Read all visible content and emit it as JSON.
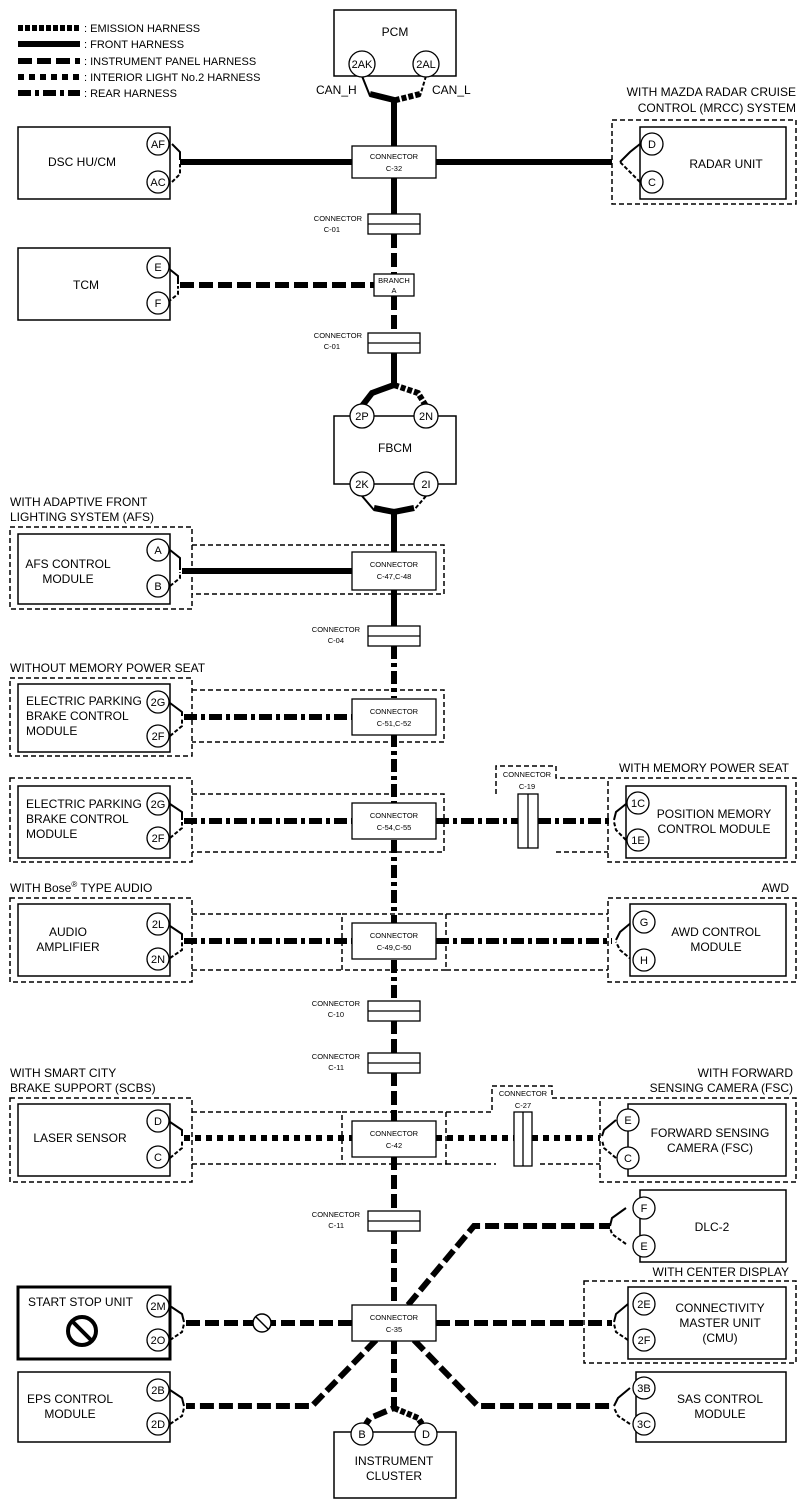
{
  "legend": [
    {
      "style": "emis",
      "label": ": EMISSION HARNESS"
    },
    {
      "style": "front",
      "label": ": FRONT HARNESS"
    },
    {
      "style": "ip",
      "label": ": INSTRUMENT PANEL HARNESS"
    },
    {
      "style": "il",
      "label": ": INTERIOR LIGHT No.2 HARNESS"
    },
    {
      "style": "rear",
      "label": ": REAR HARNESS"
    }
  ],
  "pcm": {
    "name": "PCM",
    "pin_h": "2AK",
    "pin_l": "2AL",
    "can_h": "CAN_H",
    "can_l": "CAN_L"
  },
  "dsc": {
    "name": "DSC HU/CM",
    "pin1": "AF",
    "pin2": "AC"
  },
  "radar": {
    "header": [
      "WITH MAZDA RADAR CRUISE",
      "CONTROL (MRCC) SYSTEM"
    ],
    "name": "RADAR UNIT",
    "pin1": "D",
    "pin2": "C"
  },
  "tcm": {
    "name": "TCM",
    "pin1": "E",
    "pin2": "F"
  },
  "fbcm": {
    "name": "FBCM",
    "pin_t1": "2P",
    "pin_t2": "2N",
    "pin_b1": "2K",
    "pin_b2": "2I"
  },
  "afs": {
    "header": [
      "WITH ADAPTIVE FRONT",
      "LIGHTING SYSTEM (AFS)"
    ],
    "name": [
      "AFS CONTROL",
      "MODULE"
    ],
    "pin1": "A",
    "pin2": "B"
  },
  "epb1": {
    "header": "WITHOUT MEMORY POWER SEAT",
    "name": [
      "ELECTRIC PARKING",
      "BRAKE CONTROL",
      "MODULE"
    ],
    "pin1": "2G",
    "pin2": "2F"
  },
  "epb2": {
    "name": [
      "ELECTRIC PARKING",
      "BRAKE CONTROL",
      "MODULE"
    ],
    "pin1": "2G",
    "pin2": "2F"
  },
  "pmcm": {
    "header": "WITH MEMORY POWER SEAT",
    "name": [
      "POSITION MEMORY",
      "CONTROL MODULE"
    ],
    "pin1": "1C",
    "pin2": "1E"
  },
  "audio": {
    "header": "WITH Bose",
    "header_sup": "®",
    "header_tail": " TYPE AUDIO",
    "name": [
      "AUDIO",
      "AMPLIFIER"
    ],
    "pin1": "2L",
    "pin2": "2N"
  },
  "awd": {
    "header": "AWD",
    "name": [
      "AWD CONTROL",
      "MODULE"
    ],
    "pin1": "G",
    "pin2": "H"
  },
  "laser": {
    "header": [
      "WITH SMART CITY",
      "BRAKE SUPPORT (SCBS)"
    ],
    "name": "LASER SENSOR",
    "pin1": "D",
    "pin2": "C"
  },
  "fsc": {
    "header": [
      "WITH FORWARD",
      "SENSING CAMERA (FSC)"
    ],
    "name": [
      "FORWARD SENSING",
      "CAMERA (FSC)"
    ],
    "pin1": "E",
    "pin2": "C"
  },
  "dlc": {
    "name": "DLC-2",
    "pin1": "F",
    "pin2": "E"
  },
  "ssu": {
    "name": "START STOP UNIT",
    "pin1": "2M",
    "pin2": "2O"
  },
  "cmu": {
    "header": "WITH CENTER DISPLAY",
    "name": [
      "CONNECTIVITY",
      "MASTER UNIT",
      "(CMU)"
    ],
    "pin1": "2E",
    "pin2": "2F"
  },
  "eps": {
    "name": [
      "EPS CONTROL",
      "MODULE"
    ],
    "pin1": "2B",
    "pin2": "2D"
  },
  "sas": {
    "name": [
      "SAS CONTROL",
      "MODULE"
    ],
    "pin1": "3B",
    "pin2": "3C"
  },
  "cluster": {
    "name": [
      "INSTRUMENT",
      "CLUSTER"
    ],
    "pin1": "B",
    "pin2": "D"
  },
  "connectors": {
    "c32": [
      "CONNECTOR",
      "C-32"
    ],
    "c01a": [
      "CONNECTOR",
      "C-01"
    ],
    "branch": [
      "BRANCH",
      "A"
    ],
    "c01b": [
      "CONNECTOR",
      "C-01"
    ],
    "c4748": [
      "CONNECTOR",
      "C-47,C-48"
    ],
    "c04": [
      "CONNECTOR",
      "C-04"
    ],
    "c5152": [
      "CONNECTOR",
      "C-51,C-52"
    ],
    "c5455": [
      "CONNECTOR",
      "C-54,C-55"
    ],
    "c19": [
      "CONNECTOR",
      "C-19"
    ],
    "c4950": [
      "CONNECTOR",
      "C-49,C-50"
    ],
    "c10": [
      "CONNECTOR",
      "C-10"
    ],
    "c11a": [
      "CONNECTOR",
      "C-11"
    ],
    "c42": [
      "CONNECTOR",
      "C-42"
    ],
    "c27": [
      "CONNECTOR",
      "C-27"
    ],
    "c11b": [
      "CONNECTOR",
      "C-11"
    ],
    "c35": [
      "CONNECTOR",
      "C-35"
    ]
  }
}
